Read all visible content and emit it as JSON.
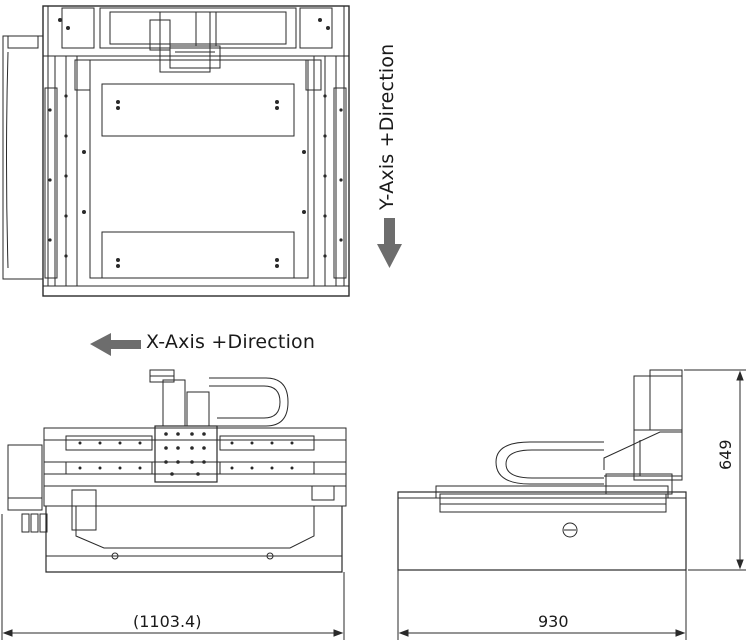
{
  "labels": {
    "x_axis_direction": "X-Axis +Direction",
    "y_axis_direction": "Y-Axis +Direction",
    "dim_width": "(1103.4)",
    "dim_depth": "930",
    "dim_height": "649"
  },
  "colors": {
    "line": "#2a2a2a",
    "arrow": "#6d6d6d",
    "background": "#ffffff"
  },
  "icons": {
    "x_direction": "arrow-left-icon",
    "y_direction": "arrow-down-icon"
  }
}
